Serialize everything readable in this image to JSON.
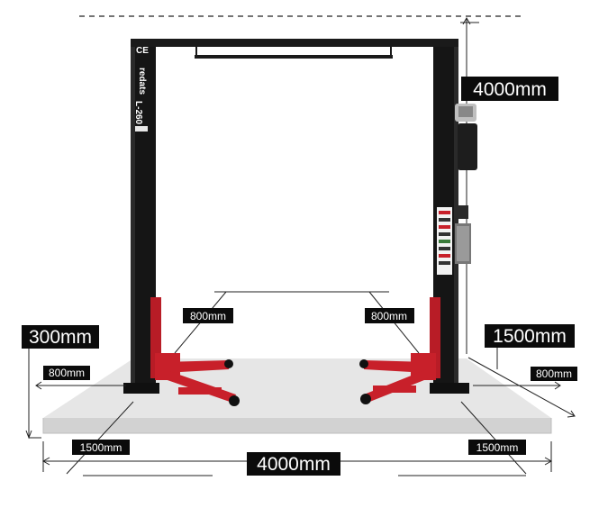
{
  "product": {
    "brand": "redats",
    "model": "L-260",
    "ce_mark": "CE"
  },
  "dimensions": {
    "height": "4000mm",
    "low_clearance": "300mm",
    "side_clearance": "1500mm",
    "arm_left": "800mm",
    "arm_right": "800mm",
    "side_left": "800mm",
    "side_right": "800mm",
    "front_left": "1500mm",
    "front_right": "1500mm",
    "width": "4000mm"
  },
  "colors": {
    "column": "#151515",
    "arm": "#c8202a",
    "floor": "#e4e4e4",
    "label_bg": "#0b0b0b"
  }
}
